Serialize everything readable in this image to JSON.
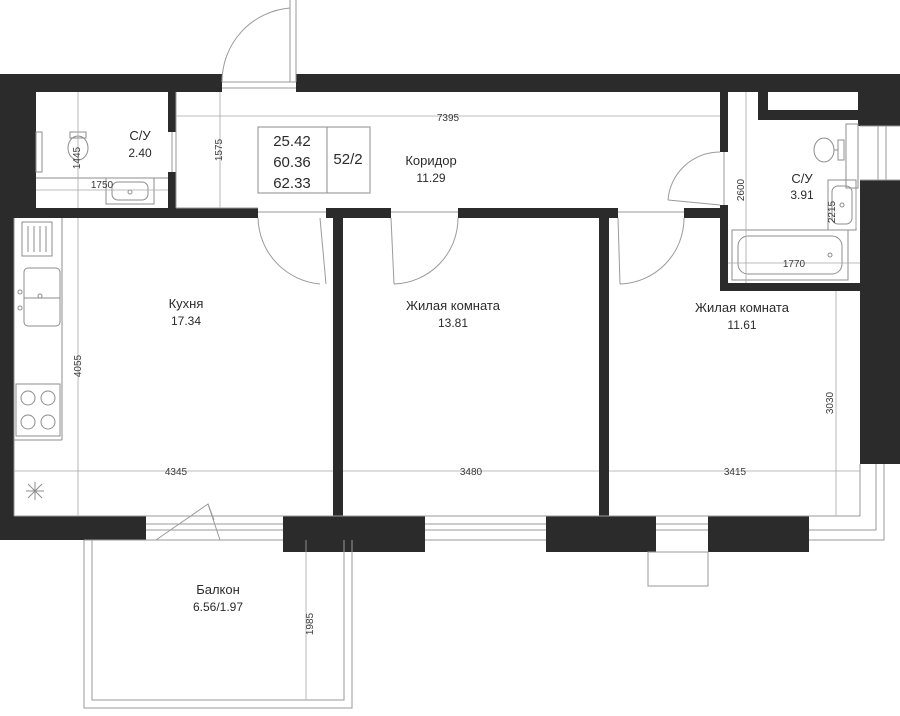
{
  "summary": {
    "living_area": "25.42",
    "total_area": "60.36",
    "total_area_with_balcony": "62.33",
    "apartment_number": "52/2"
  },
  "rooms": {
    "bathroom_small": {
      "name": "С/У",
      "area": "2.40"
    },
    "corridor": {
      "name": "Коридор",
      "area": "11.29"
    },
    "bathroom_large": {
      "name": "С/У",
      "area": "3.91"
    },
    "kitchen": {
      "name": "Кухня",
      "area": "17.34"
    },
    "living_room_1": {
      "name": "Жилая комната",
      "area": "13.81"
    },
    "living_room_2": {
      "name": "Жилая комната",
      "area": "11.61"
    },
    "balcony": {
      "name": "Балкон",
      "area": "6.56/1.97"
    }
  },
  "dimensions": {
    "corridor_length": "7395",
    "corridor_depth": "1575",
    "bath_small_height": "1445",
    "bath_small_width": "1750",
    "bath_large_height": "2600",
    "bath_large_inner": "2215",
    "bath_large_width": "1770",
    "kitchen_depth": "4055",
    "kitchen_width": "4345",
    "room1_width": "3480",
    "room2_width": "3415",
    "room2_depth": "3030",
    "balcony_depth": "1985"
  }
}
